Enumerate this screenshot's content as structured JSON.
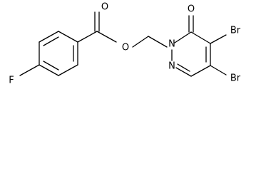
{
  "structure": {
    "atoms": {
      "F": "F",
      "O_carbonyl": "O",
      "O_ester": "O",
      "N1": "N",
      "N2": "N",
      "O_ketone": "O",
      "Br_top": "Br",
      "Br_bottom": "Br"
    }
  }
}
